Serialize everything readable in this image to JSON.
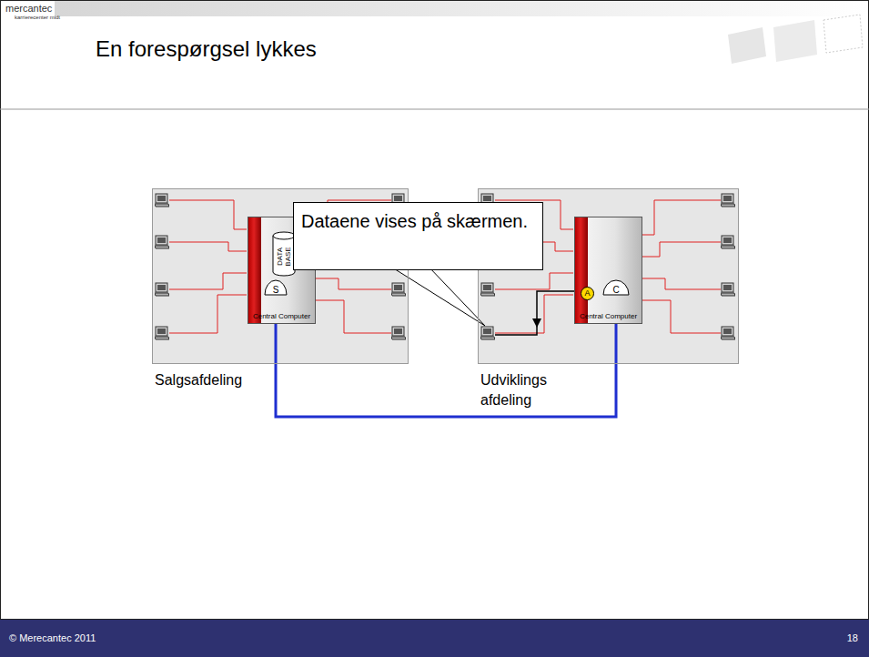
{
  "diagram": {
    "title": "En forespørgsel lykkes",
    "nodes": [
      {
        "text": [
          "Salgsafdeling"
        ]
      },
      {
        "text": [
          "Central Computer"
        ],
        "in": 0
      },
      {
        "text": [
          "DATA BASE"
        ],
        "in": 1
      },
      {
        "text": [
          "S"
        ],
        "in": 1
      },
      {
        "text": [
          "Udviklings afdeling"
        ]
      },
      {
        "text": [
          "Central Computer"
        ],
        "in": 4
      },
      {
        "text": [
          "A"
        ],
        "in": 5
      },
      {
        "text": [
          "C"
        ],
        "in": 5
      },
      {
        "text": [
          "Dataene vises på skærmen."
        ]
      }
    ],
    "edges": [
      {
        "from": 3,
        "to": 7,
        "arrow": "none"
      }
    ],
    "labels": [
      "mercantec",
      "karrierecenter midt",
      "© Merecantec 2011",
      "18"
    ]
  }
}
